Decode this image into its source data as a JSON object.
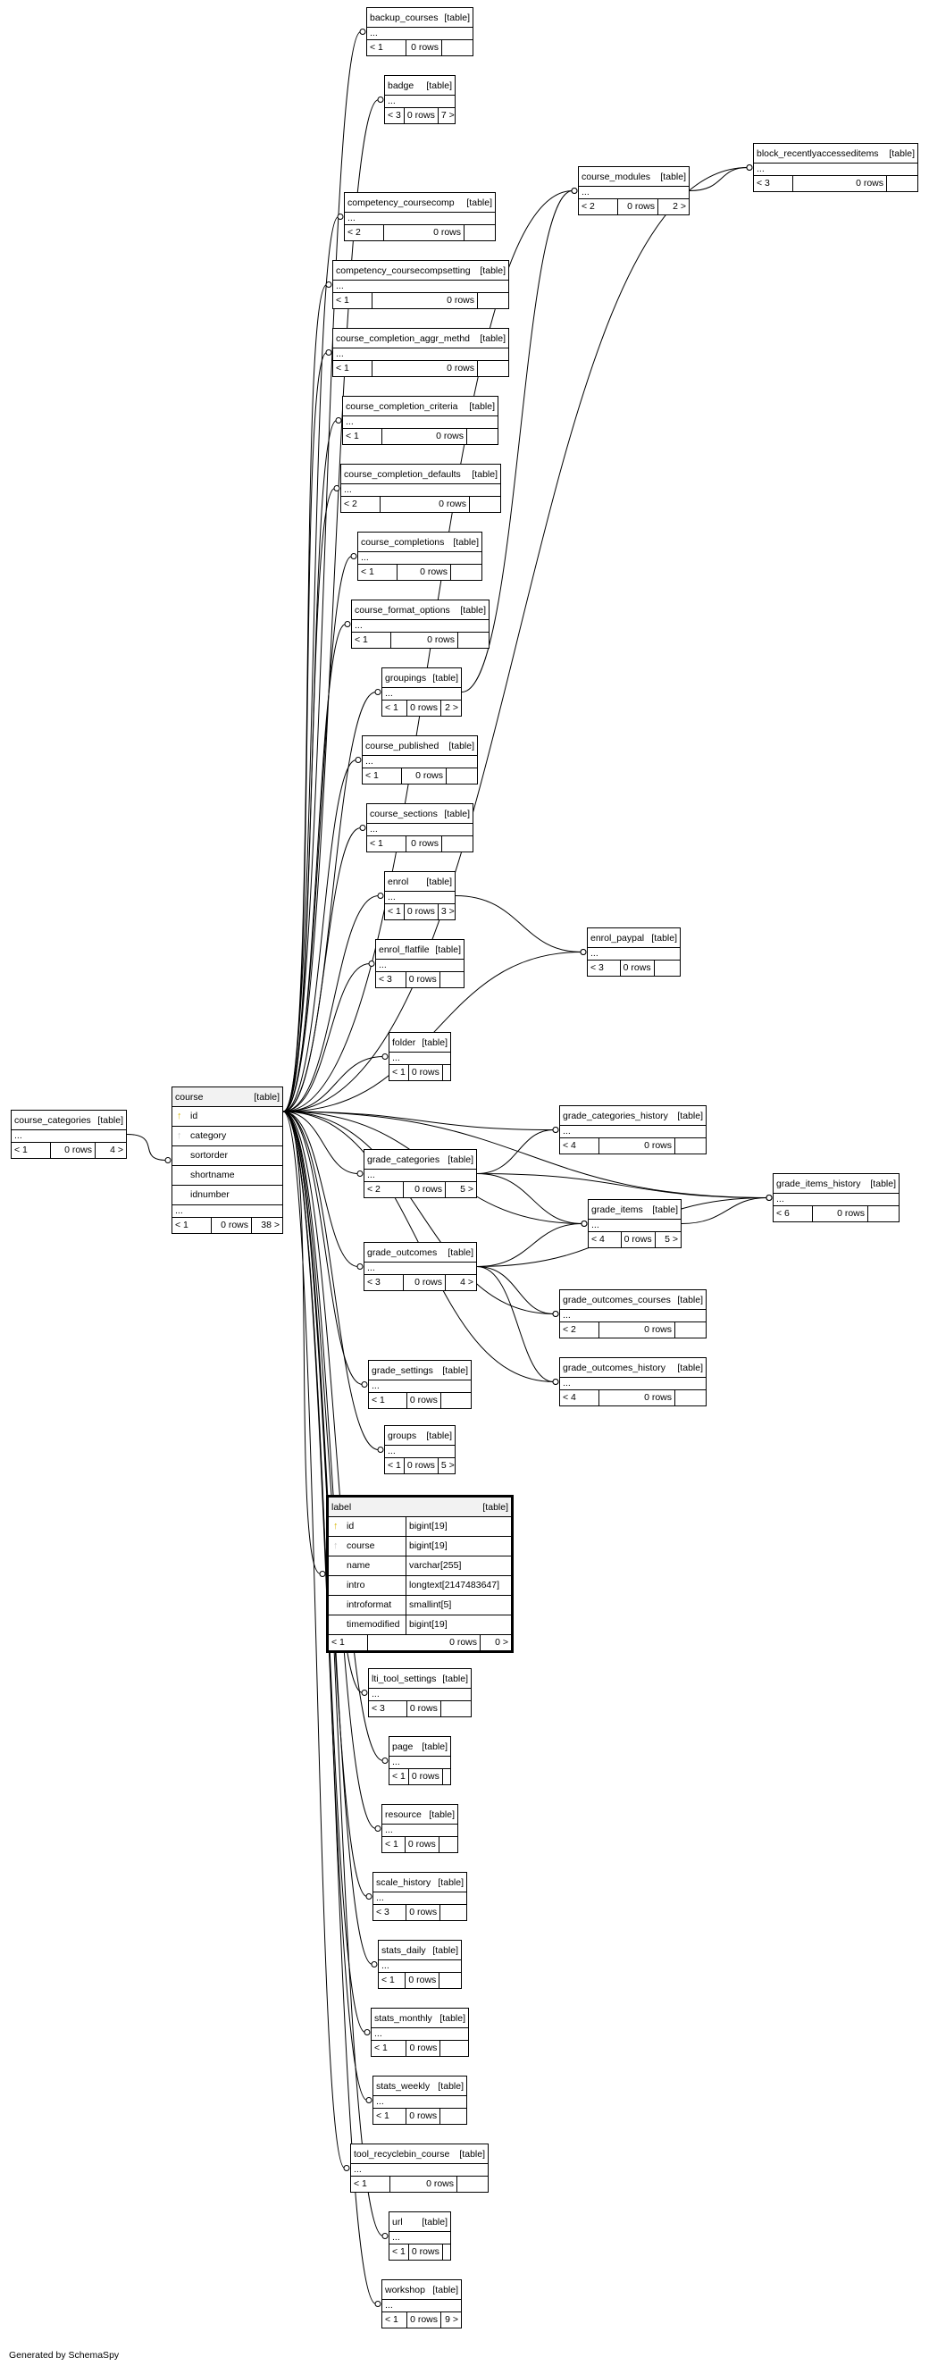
{
  "tables": [
    {
      "id": "course_categories",
      "name": "course_categories",
      "tag": "[table]",
      "parents": "< 1",
      "rows": "0 rows",
      "children": "4 >"
    },
    {
      "id": "course",
      "name": "course",
      "tag": "[table]",
      "columns": [
        {
          "name": "id",
          "key": "pk"
        },
        {
          "name": "category",
          "key": "fk"
        },
        {
          "name": "sortorder"
        },
        {
          "name": "shortname"
        },
        {
          "name": "idnumber"
        }
      ],
      "more": "...",
      "parents": "< 1",
      "rows": "0 rows",
      "children": "38 >"
    },
    {
      "id": "backup_courses",
      "name": "backup_courses",
      "tag": "[table]",
      "parents": "< 1",
      "rows": "0 rows",
      "children": ""
    },
    {
      "id": "badge",
      "name": "badge",
      "tag": "[table]",
      "parents": "< 3",
      "rows": "0 rows",
      "children": "7 >"
    },
    {
      "id": "block_recentlyaccesseditems",
      "name": "block_recentlyaccesseditems",
      "tag": "[table]",
      "parents": "< 3",
      "rows": "0 rows",
      "children": ""
    },
    {
      "id": "course_modules",
      "name": "course_modules",
      "tag": "[table]",
      "parents": "< 2",
      "rows": "0 rows",
      "children": "2 >"
    },
    {
      "id": "competency_coursecomp",
      "name": "competency_coursecomp",
      "tag": "[table]",
      "parents": "< 2",
      "rows": "0 rows",
      "children": ""
    },
    {
      "id": "competency_coursecompsetting",
      "name": "competency_coursecompsetting",
      "tag": "[table]",
      "parents": "< 1",
      "rows": "0 rows",
      "children": ""
    },
    {
      "id": "course_completion_aggr_methd",
      "name": "course_completion_aggr_methd",
      "tag": "[table]",
      "parents": "< 1",
      "rows": "0 rows",
      "children": ""
    },
    {
      "id": "course_completion_criteria",
      "name": "course_completion_criteria",
      "tag": "[table]",
      "parents": "< 1",
      "rows": "0 rows",
      "children": ""
    },
    {
      "id": "course_completion_defaults",
      "name": "course_completion_defaults",
      "tag": "[table]",
      "parents": "< 2",
      "rows": "0 rows",
      "children": ""
    },
    {
      "id": "course_completions",
      "name": "course_completions",
      "tag": "[table]",
      "parents": "< 1",
      "rows": "0 rows",
      "children": ""
    },
    {
      "id": "course_format_options",
      "name": "course_format_options",
      "tag": "[table]",
      "parents": "< 1",
      "rows": "0 rows",
      "children": ""
    },
    {
      "id": "groupings",
      "name": "groupings",
      "tag": "[table]",
      "parents": "< 1",
      "rows": "0 rows",
      "children": "2 >"
    },
    {
      "id": "course_published",
      "name": "course_published",
      "tag": "[table]",
      "parents": "< 1",
      "rows": "0 rows",
      "children": ""
    },
    {
      "id": "course_sections",
      "name": "course_sections",
      "tag": "[table]",
      "parents": "< 1",
      "rows": "0 rows",
      "children": ""
    },
    {
      "id": "enrol",
      "name": "enrol",
      "tag": "[table]",
      "parents": "< 1",
      "rows": "0 rows",
      "children": "3 >"
    },
    {
      "id": "enrol_flatfile",
      "name": "enrol_flatfile",
      "tag": "[table]",
      "parents": "< 3",
      "rows": "0 rows",
      "children": ""
    },
    {
      "id": "enrol_paypal",
      "name": "enrol_paypal",
      "tag": "[table]",
      "parents": "< 3",
      "rows": "0 rows",
      "children": ""
    },
    {
      "id": "folder",
      "name": "folder",
      "tag": "[table]",
      "parents": "< 1",
      "rows": "0 rows",
      "children": ""
    },
    {
      "id": "grade_categories_history",
      "name": "grade_categories_history",
      "tag": "[table]",
      "parents": "< 4",
      "rows": "0 rows",
      "children": ""
    },
    {
      "id": "grade_categories",
      "name": "grade_categories",
      "tag": "[table]",
      "parents": "< 2",
      "rows": "0 rows",
      "children": "5 >"
    },
    {
      "id": "grade_items_history",
      "name": "grade_items_history",
      "tag": "[table]",
      "parents": "< 6",
      "rows": "0 rows",
      "children": ""
    },
    {
      "id": "grade_items",
      "name": "grade_items",
      "tag": "[table]",
      "parents": "< 4",
      "rows": "0 rows",
      "children": "5 >"
    },
    {
      "id": "grade_outcomes",
      "name": "grade_outcomes",
      "tag": "[table]",
      "parents": "< 3",
      "rows": "0 rows",
      "children": "4 >"
    },
    {
      "id": "grade_outcomes_courses",
      "name": "grade_outcomes_courses",
      "tag": "[table]",
      "parents": "< 2",
      "rows": "0 rows",
      "children": ""
    },
    {
      "id": "grade_outcomes_history",
      "name": "grade_outcomes_history",
      "tag": "[table]",
      "parents": "< 4",
      "rows": "0 rows",
      "children": ""
    },
    {
      "id": "grade_settings",
      "name": "grade_settings",
      "tag": "[table]",
      "parents": "< 1",
      "rows": "0 rows",
      "children": ""
    },
    {
      "id": "groups",
      "name": "groups",
      "tag": "[table]",
      "parents": "< 1",
      "rows": "0 rows",
      "children": "5 >"
    },
    {
      "id": "label",
      "name": "label",
      "tag": "[table]",
      "columns": [
        {
          "name": "id",
          "type": "bigint[19]",
          "key": "pk"
        },
        {
          "name": "course",
          "type": "bigint[19]",
          "key": "fk"
        },
        {
          "name": "name",
          "type": "varchar[255]"
        },
        {
          "name": "intro",
          "type": "longtext[2147483647]"
        },
        {
          "name": "introformat",
          "type": "smallint[5]"
        },
        {
          "name": "timemodified",
          "type": "bigint[19]"
        }
      ],
      "parents": "< 1",
      "rows": "0 rows",
      "children": "0 >"
    },
    {
      "id": "lti_tool_settings",
      "name": "lti_tool_settings",
      "tag": "[table]",
      "parents": "< 3",
      "rows": "0 rows",
      "children": ""
    },
    {
      "id": "page",
      "name": "page",
      "tag": "[table]",
      "parents": "< 1",
      "rows": "0 rows",
      "children": ""
    },
    {
      "id": "resource",
      "name": "resource",
      "tag": "[table]",
      "parents": "< 1",
      "rows": "0 rows",
      "children": ""
    },
    {
      "id": "scale_history",
      "name": "scale_history",
      "tag": "[table]",
      "parents": "< 3",
      "rows": "0 rows",
      "children": ""
    },
    {
      "id": "stats_daily",
      "name": "stats_daily",
      "tag": "[table]",
      "parents": "< 1",
      "rows": "0 rows",
      "children": ""
    },
    {
      "id": "stats_monthly",
      "name": "stats_monthly",
      "tag": "[table]",
      "parents": "< 1",
      "rows": "0 rows",
      "children": ""
    },
    {
      "id": "stats_weekly",
      "name": "stats_weekly",
      "tag": "[table]",
      "parents": "< 1",
      "rows": "0 rows",
      "children": ""
    },
    {
      "id": "tool_recyclebin_course",
      "name": "tool_recyclebin_course",
      "tag": "[table]",
      "parents": "< 1",
      "rows": "0 rows",
      "children": ""
    },
    {
      "id": "url",
      "name": "url",
      "tag": "[table]",
      "parents": "< 1",
      "rows": "0 rows",
      "children": ""
    },
    {
      "id": "workshop",
      "name": "workshop",
      "tag": "[table]",
      "parents": "< 1",
      "rows": "0 rows",
      "children": "9 >"
    }
  ],
  "placeholder_row": "...",
  "footer": "Generated by SchemaSpy"
}
